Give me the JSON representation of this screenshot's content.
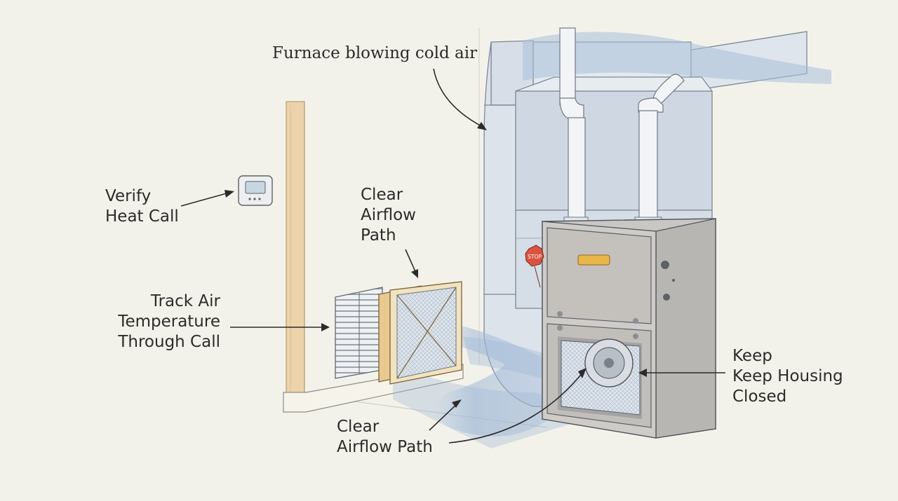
{
  "labels": {
    "title": "Furnace blowing cold air",
    "verify": [
      "Verify",
      "Heat Call"
    ],
    "clear_top": [
      "Clear",
      "Airflow",
      "Path"
    ],
    "track": [
      "Track Air",
      "Temperature",
      "Through Call"
    ],
    "clear_bottom": [
      "Clear",
      "Airflow Path"
    ],
    "keep": [
      "Keep",
      "Keep Housing",
      "Closed"
    ],
    "stop_sign": "STOP"
  },
  "colors": {
    "background": "#f3f2ea",
    "duct": "#dde3ea",
    "airflow": "#9fb8d6",
    "cabinet": "#c9c7c4",
    "wall_trim": "#e9cfa6",
    "warning_badge": "#e9b64a",
    "stop_sign": "#d9533f"
  }
}
